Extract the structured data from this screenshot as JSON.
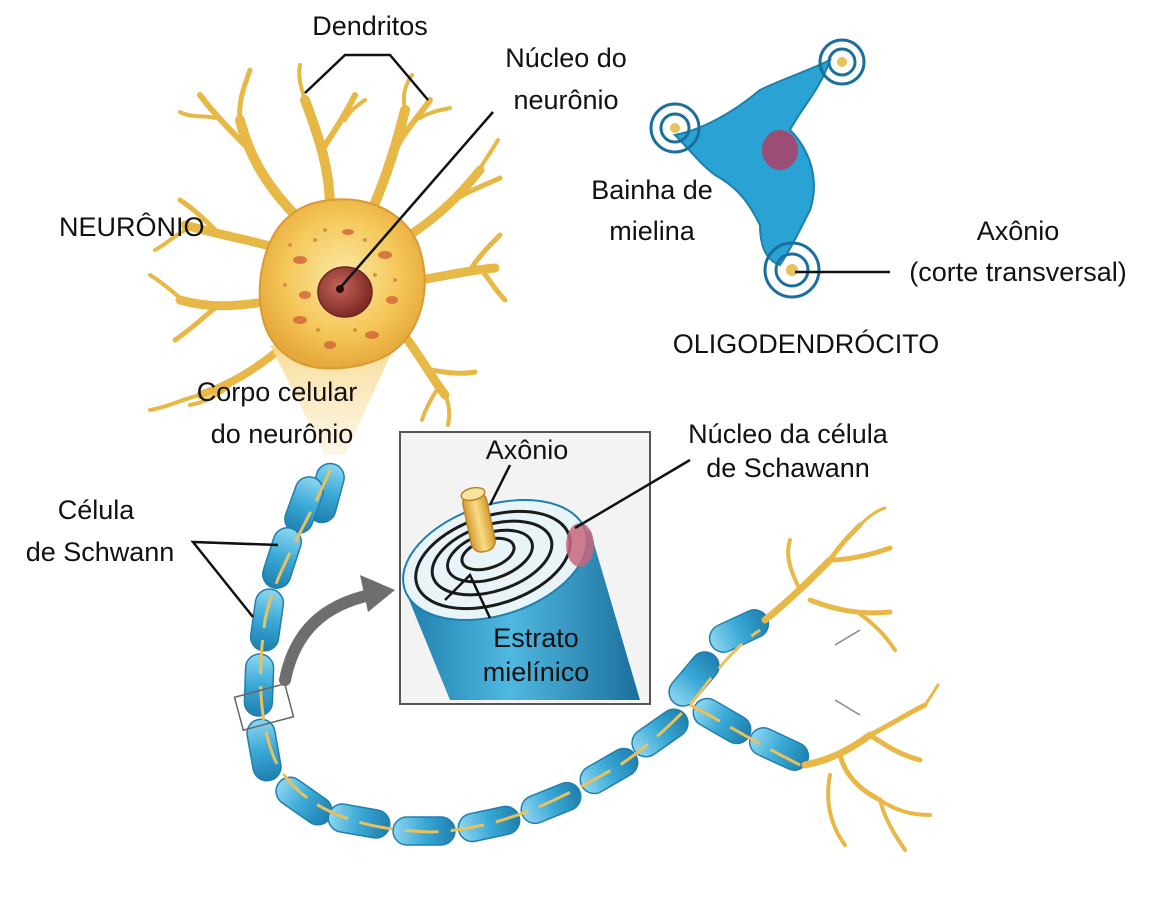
{
  "labels": {
    "dendritos": "Dendritos",
    "nucleo_neuronio_1": "Núcleo do",
    "nucleo_neuronio_2": "neurônio",
    "neuronio": "NEURÔNIO",
    "bainha_1": "Bainha de",
    "bainha_2": "mielina",
    "axonio_transv_1": "Axônio",
    "axonio_transv_2": "(corte transversal)",
    "oligodendrocito": "OLIGODENDRÓCITO",
    "corpo_celular_1": "Corpo celular",
    "corpo_celular_2": "do neurônio",
    "axonio_inset": "Axônio",
    "nucleo_schwann_1": "Núcleo da célula",
    "nucleo_schwann_2": "de Schawann",
    "celula_schwann_1": "Célula",
    "celula_schwann_2": "de Schwann",
    "estrato_1": "Estrato",
    "estrato_2": "mielínico"
  },
  "colors": {
    "dendrite": "#e8b847",
    "dendrite_dark": "#c8922a",
    "soma": "#f4c657",
    "nucleus": "#9b3b34",
    "myelin": "#3aa9d6",
    "myelin_dark": "#1f7fae",
    "axon_core": "#e9c15c",
    "leader": "#111111",
    "arrow": "#6e6e6e"
  }
}
